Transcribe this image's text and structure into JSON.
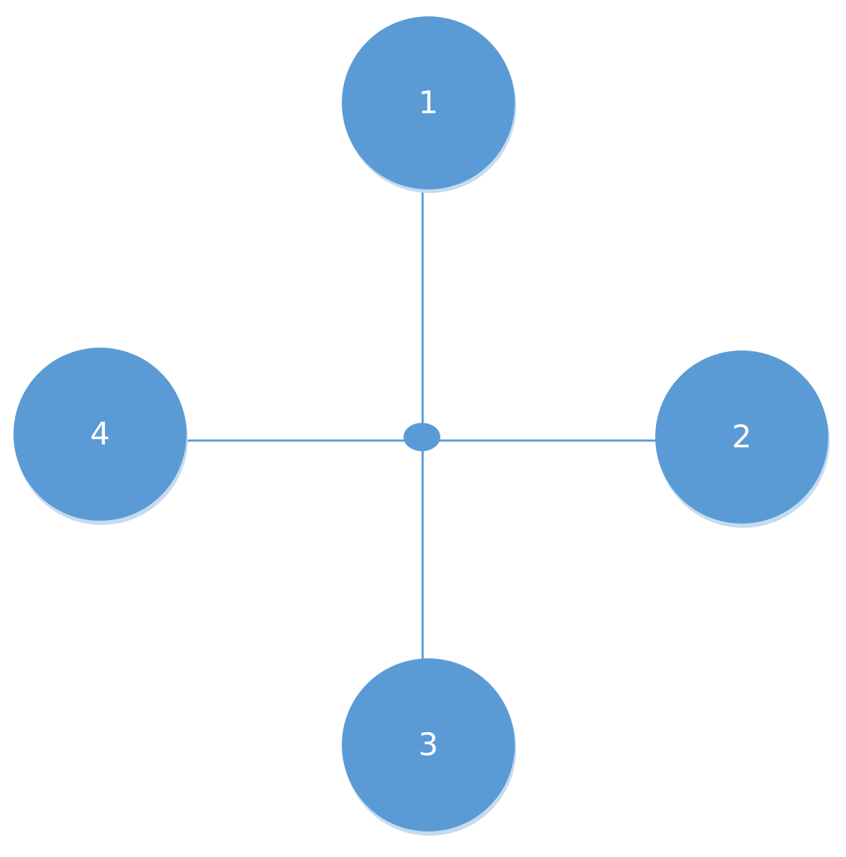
{
  "diagram": {
    "nodes": [
      {
        "id": "n1",
        "label": "1"
      },
      {
        "id": "n2",
        "label": "2"
      },
      {
        "id": "n3",
        "label": "3"
      },
      {
        "id": "n4",
        "label": "4"
      }
    ],
    "hub": {
      "id": "hub"
    },
    "edges": [
      {
        "from": "hub",
        "to": "n1"
      },
      {
        "from": "hub",
        "to": "n2"
      },
      {
        "from": "hub",
        "to": "n3"
      },
      {
        "from": "hub",
        "to": "n4"
      }
    ],
    "colors": {
      "node_fill": "#5b9bd5",
      "node_shadow": "#c5dbf0",
      "line": "#5b9bd5",
      "label": "#ffffff"
    }
  }
}
